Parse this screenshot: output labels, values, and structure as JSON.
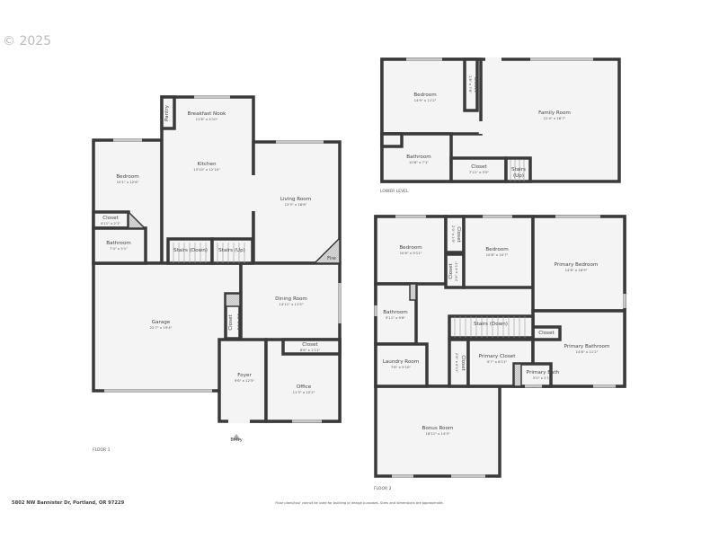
{
  "copyright": "© 2025",
  "address": "5802 NW Bannister Dr, Portland, OR 97229",
  "disclaimer": "Floor plans/tour cannot be used for building or design purposes. Sizes and dimensions are approximate.",
  "floor1": {
    "label": "FLOOR 1",
    "entry": "Entry",
    "rooms": [
      {
        "name": "Breakfast Nook",
        "dim": "11'8\" x 4'10\""
      },
      {
        "name": "Pantry",
        "dim": ""
      },
      {
        "name": "Kitchen",
        "dim": "13'10\" x 12'10\""
      },
      {
        "name": "Bedroom",
        "dim": "10'1\" x 12'6\""
      },
      {
        "name": "Living Room",
        "dim": "13'3\" x 18'6\""
      },
      {
        "name": "Closet",
        "dim": "4'11\" x 2'1\""
      },
      {
        "name": "Bathroom",
        "dim": "7'4\" x 5'1\""
      },
      {
        "name": "Stairs (Down)",
        "dim": ""
      },
      {
        "name": "Stairs (Up)",
        "dim": ""
      },
      {
        "name": "Fire",
        "dim": ""
      },
      {
        "name": "Garage",
        "dim": "22'7\" x 19'4\""
      },
      {
        "name": "Dining Room",
        "dim": "14'11\" x 11'5\""
      },
      {
        "name": "Closet",
        "dim": "3'8\" x 4'8\""
      },
      {
        "name": "Closet",
        "dim": "8'6\" x 1'11\""
      },
      {
        "name": "Foyer",
        "dim": "9'6\" x 12'5\""
      },
      {
        "name": "Office",
        "dim": "11'3\" x 10'2\""
      }
    ]
  },
  "lower": {
    "label": "LOWER LEVEL",
    "rooms": [
      {
        "name": "Bedroom",
        "dim": "14'9\" x 11'2\""
      },
      {
        "name": "Closet",
        "dim": "1'8\" x 7'8\""
      },
      {
        "name": "Family Room",
        "dim": "21'4\" x 18'7\""
      },
      {
        "name": "Bathroom",
        "dim": "10'6\" x 7'1\""
      },
      {
        "name": "Closet",
        "dim": "7'11\" x 3'5\""
      },
      {
        "name": "Stairs",
        "dim": "(Up)"
      }
    ]
  },
  "floor2": {
    "label": "FLOOR 2",
    "rooms": [
      {
        "name": "Bedroom",
        "dim": "10'6\" x 9'11\""
      },
      {
        "name": "Closet",
        "dim": "2'0\" x 4'5\""
      },
      {
        "name": "Closet",
        "dim": "2'8\" x 4'11\""
      },
      {
        "name": "Bedroom",
        "dim": "10'8\" x 10'7\""
      },
      {
        "name": "Primary Bedroom",
        "dim": "14'8\" x 16'9\""
      },
      {
        "name": "Bathroom",
        "dim": "5'11\" x 9'8\""
      },
      {
        "name": "Stairs (Down)",
        "dim": ""
      },
      {
        "name": "Closet",
        "dim": ""
      },
      {
        "name": "Laundry Room",
        "dim": "7'6\" x 5'10\""
      },
      {
        "name": "Closet",
        "dim": "2'8\" x 6'11\""
      },
      {
        "name": "Primary Closet",
        "dim": "5'7\" x 6'11\""
      },
      {
        "name": "Primary Bathroom",
        "dim": "14'8\" x 11'2\""
      },
      {
        "name": "Primary Bath",
        "dim": "5'0\" x 2'10\""
      },
      {
        "name": "Bonus Room",
        "dim": "18'11\" x 14'3\""
      }
    ]
  }
}
